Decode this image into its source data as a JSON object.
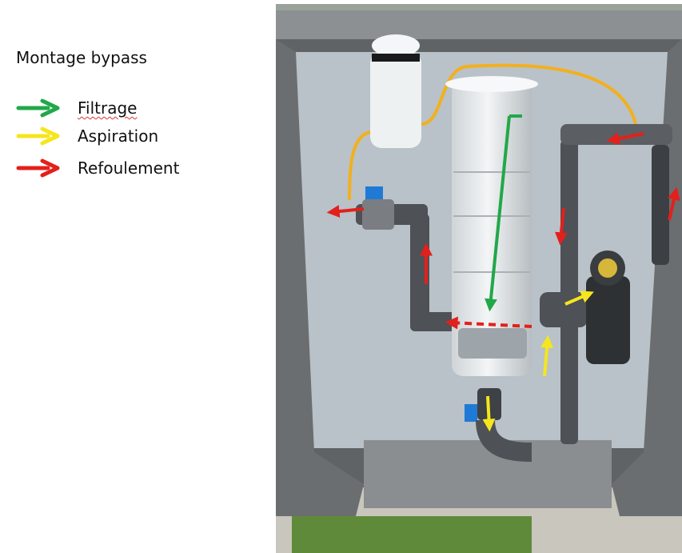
{
  "title": "Montage bypass",
  "legend": [
    {
      "label": "Filtrage",
      "color": "#21a84a"
    },
    {
      "label": "Aspiration",
      "color": "#f5e61d"
    },
    {
      "label": "Refoulement",
      "color": "#e3201b"
    }
  ],
  "colors": {
    "hose": "#f2b01e",
    "pipe": "#4e5156",
    "cabinet": "#6b6e70",
    "panel_bg": "#b9c2c8",
    "filter_body": "#e7eaec"
  }
}
